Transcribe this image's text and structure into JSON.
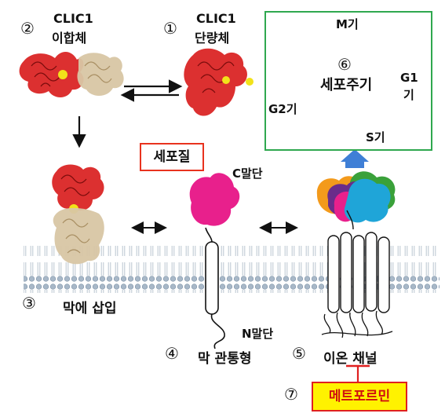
{
  "labels": {
    "num2": "②",
    "clic1_dimer_title": "CLIC1",
    "clic1_dimer_sub": "이합체",
    "num1": "①",
    "clic1_mono_title": "CLIC1",
    "clic1_mono_sub": "단량체",
    "cytoplasm": "세포질",
    "num3": "③",
    "membrane_insert": "막에 삽입",
    "num4": "④",
    "transmembrane": "막 관통형",
    "num5": "⑤",
    "ion_channel": "이온 채널",
    "num7": "⑦",
    "metformin": "메트포르민",
    "c_terminus": "C말단",
    "n_terminus": "N말단"
  },
  "cell_cycle": {
    "num6": "⑥",
    "title": "세포주기",
    "m_phase": "M기",
    "g1_phase_a": "G1",
    "g1_phase_b": "기",
    "s_phase": "S기",
    "g2_phase": "G2기",
    "colors": {
      "m": "#d62828",
      "g1": "#3aa13a",
      "s": "#a24bb8",
      "g2": "#1f2a6b"
    }
  },
  "colors": {
    "protein_red": "#d91e1e",
    "protein_beige": "#d8c6a4",
    "transmembrane_pink": "#e8208c",
    "membrane_head": "#9fb3c8",
    "upward_arrow": "#3f7fd6"
  }
}
